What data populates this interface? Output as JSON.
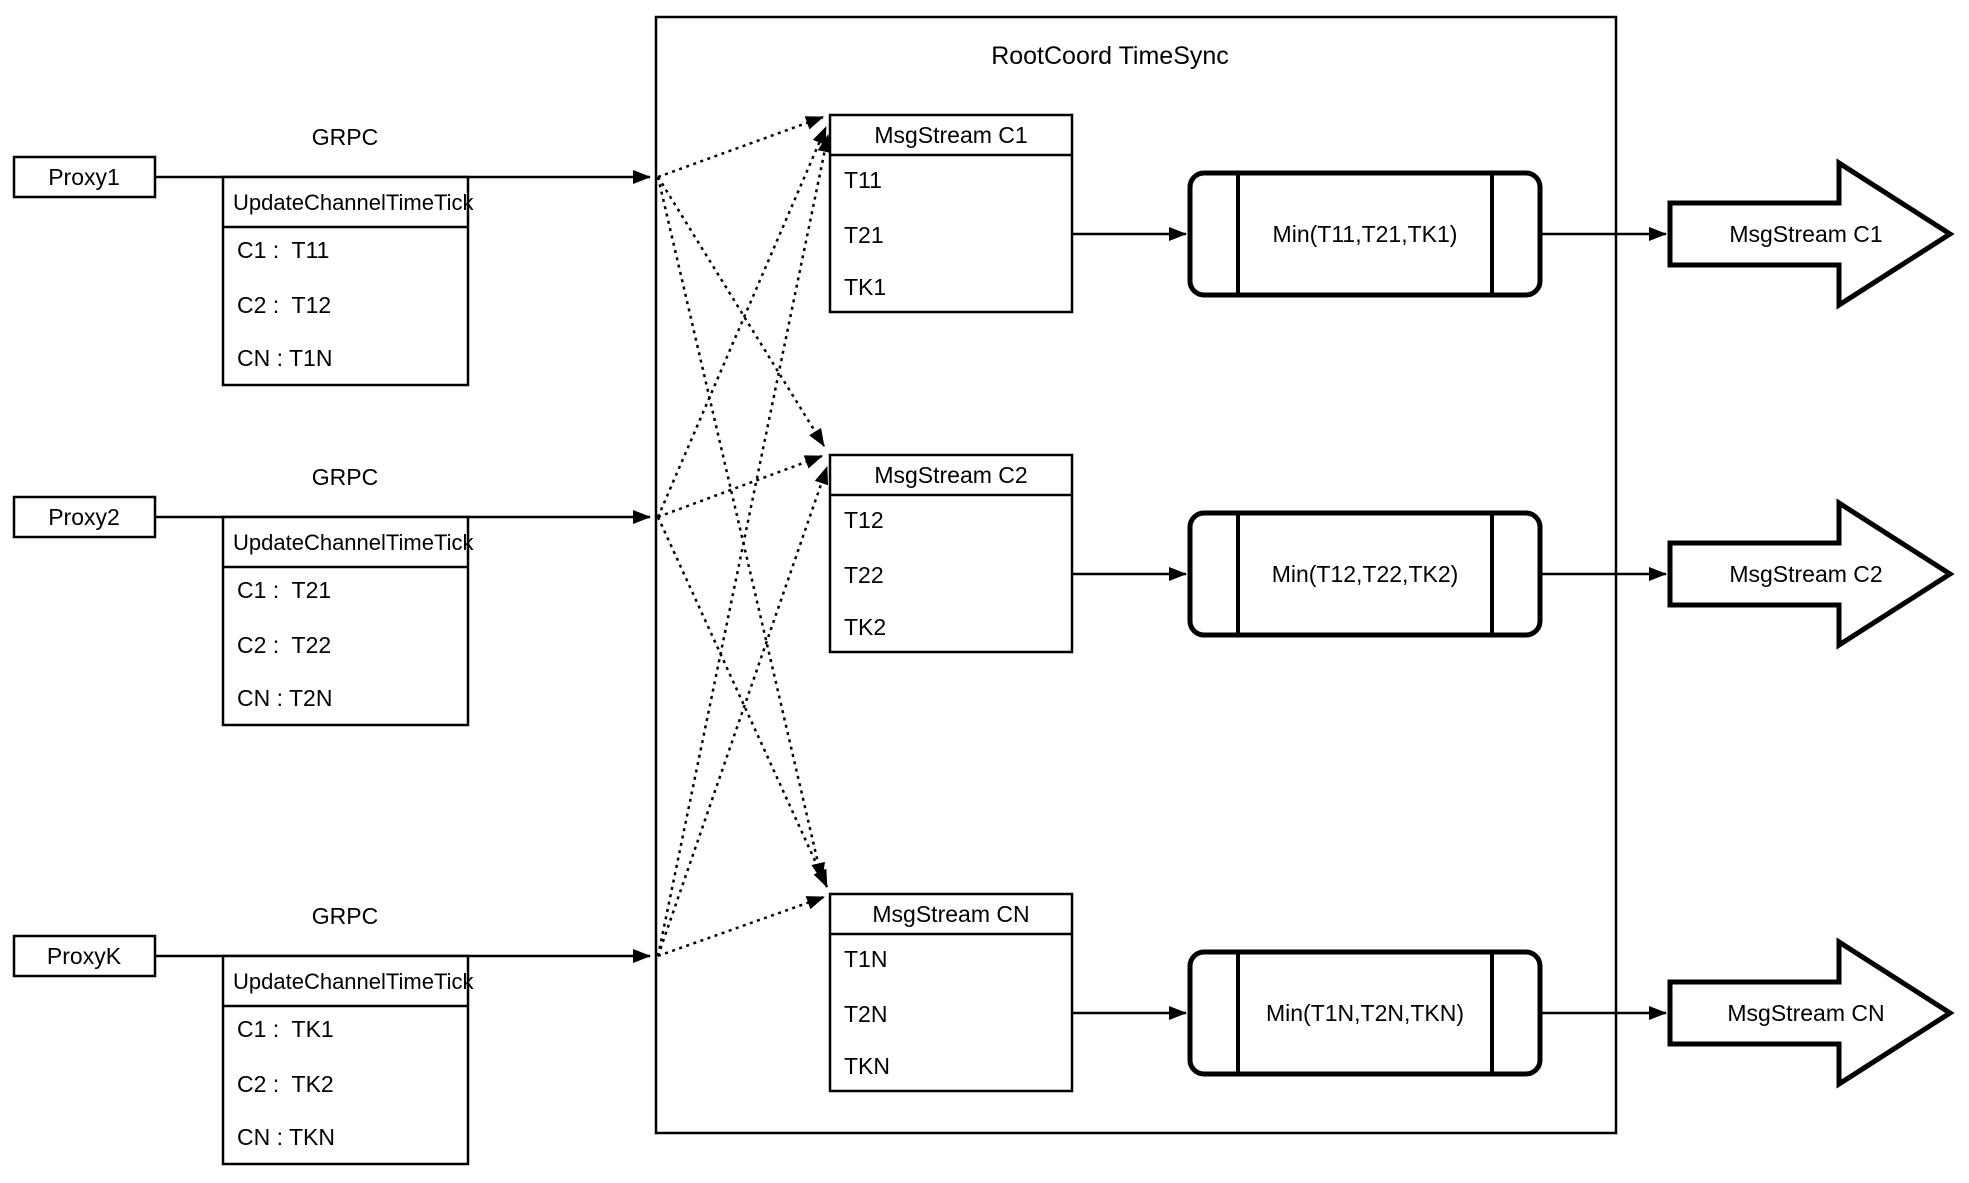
{
  "colors": {
    "ink": "#000000",
    "background": "#ffffff"
  },
  "diagram": {
    "title": "RootCoord TimeSync",
    "rows": [
      {
        "proxy_label": "Proxy1",
        "grpc_label": "GRPC",
        "message_table": {
          "header": "UpdateChannelTimeTick",
          "rows": [
            "C1 :  T11",
            "C2 :  T12",
            "CN : T1N"
          ]
        },
        "stream_table": {
          "header": "MsgStream C1",
          "rows": [
            "T11",
            "T21",
            "TK1"
          ]
        },
        "min_label": "Min(T11,T21,TK1)",
        "output_label": "MsgStream C1"
      },
      {
        "proxy_label": "Proxy2",
        "grpc_label": "GRPC",
        "message_table": {
          "header": "UpdateChannelTimeTick",
          "rows": [
            "C1 :  T21",
            "C2 :  T22",
            "CN : T2N"
          ]
        },
        "stream_table": {
          "header": "MsgStream C2",
          "rows": [
            "T12",
            "T22",
            "TK2"
          ]
        },
        "min_label": "Min(T12,T22,TK2)",
        "output_label": "MsgStream C2"
      },
      {
        "proxy_label": "ProxyK",
        "grpc_label": "GRPC",
        "message_table": {
          "header": "UpdateChannelTimeTick",
          "rows": [
            "C1 :  TK1",
            "C2 :  TK2",
            "CN : TKN"
          ]
        },
        "stream_table": {
          "header": "MsgStream CN",
          "rows": [
            "T1N",
            "T2N",
            "TKN"
          ]
        },
        "min_label": "Min(T1N,T2N,TKN)",
        "output_label": "MsgStream CN"
      }
    ]
  }
}
